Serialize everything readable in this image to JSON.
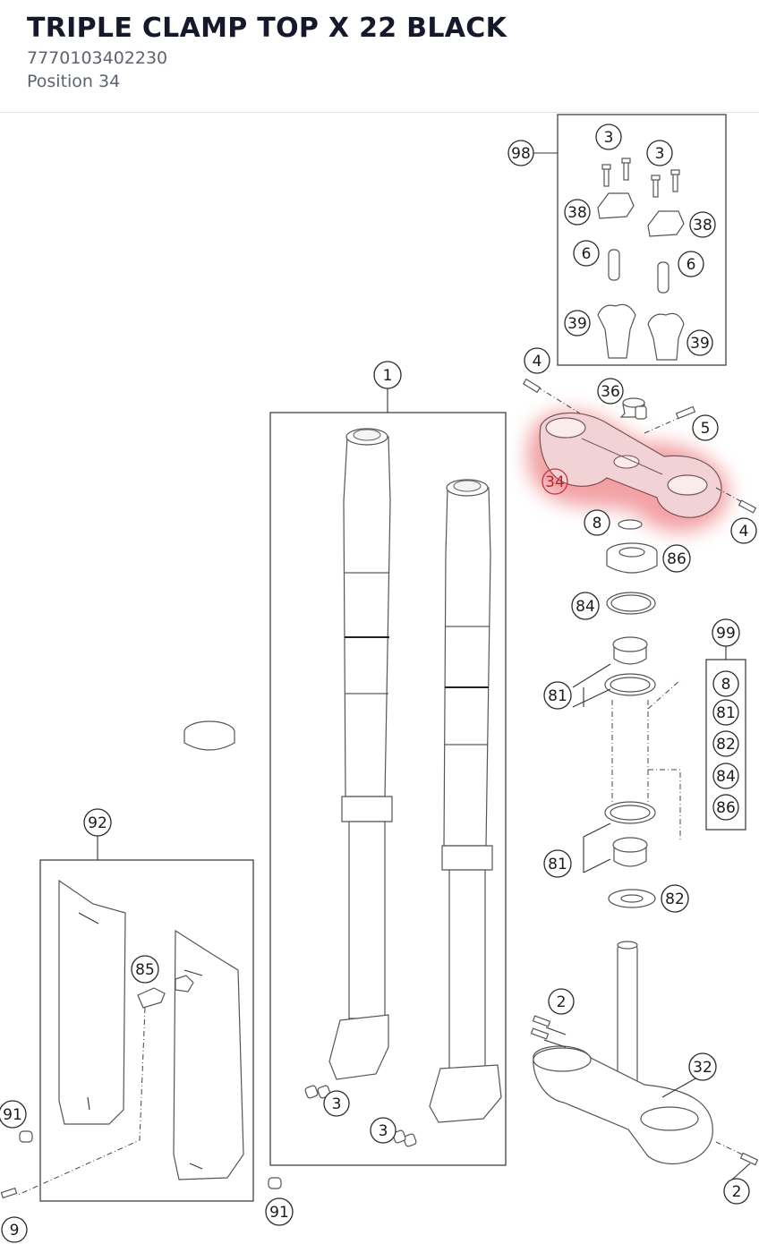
{
  "header": {
    "title": "TRIPLE CLAMP TOP X 22 BLACK",
    "part_number": "7770103402230",
    "position": "Position 34"
  },
  "highlight_color": "#e8525a",
  "callouts": [
    {
      "id": "98",
      "highlighted": false
    },
    {
      "id": "3",
      "highlighted": false
    },
    {
      "id": "3",
      "highlighted": false
    },
    {
      "id": "38",
      "highlighted": false
    },
    {
      "id": "38",
      "highlighted": false
    },
    {
      "id": "6",
      "highlighted": false
    },
    {
      "id": "6",
      "highlighted": false
    },
    {
      "id": "39",
      "highlighted": false
    },
    {
      "id": "39",
      "highlighted": false
    },
    {
      "id": "4",
      "highlighted": false
    },
    {
      "id": "36",
      "highlighted": false
    },
    {
      "id": "5",
      "highlighted": false
    },
    {
      "id": "1",
      "highlighted": false
    },
    {
      "id": "34",
      "highlighted": true
    },
    {
      "id": "4",
      "highlighted": false
    },
    {
      "id": "8",
      "highlighted": false
    },
    {
      "id": "86",
      "highlighted": false
    },
    {
      "id": "84",
      "highlighted": false
    },
    {
      "id": "99",
      "highlighted": false
    },
    {
      "id": "8",
      "highlighted": false
    },
    {
      "id": "81",
      "highlighted": false
    },
    {
      "id": "81",
      "highlighted": false
    },
    {
      "id": "82",
      "highlighted": false
    },
    {
      "id": "84",
      "highlighted": false
    },
    {
      "id": "86",
      "highlighted": false
    },
    {
      "id": "92",
      "highlighted": false
    },
    {
      "id": "81",
      "highlighted": false
    },
    {
      "id": "82",
      "highlighted": false
    },
    {
      "id": "85",
      "highlighted": false
    },
    {
      "id": "2",
      "highlighted": false
    },
    {
      "id": "32",
      "highlighted": false
    },
    {
      "id": "91",
      "highlighted": false
    },
    {
      "id": "3",
      "highlighted": false
    },
    {
      "id": "3",
      "highlighted": false
    },
    {
      "id": "91",
      "highlighted": false
    },
    {
      "id": "2",
      "highlighted": false
    },
    {
      "id": "9",
      "highlighted": false
    }
  ]
}
